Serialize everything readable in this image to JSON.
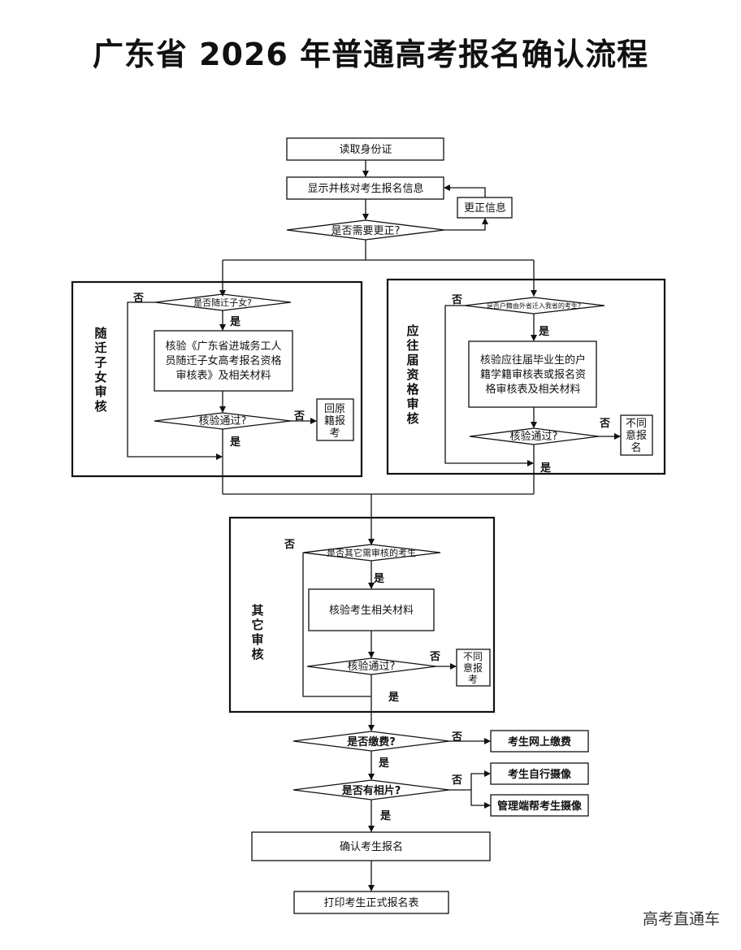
{
  "title": "广东省 2026 年普通高考报名确认流程",
  "watermark": "高考直通车",
  "labels": {
    "yes": "是",
    "no": "否"
  },
  "top": {
    "read_id": "读取身份证",
    "show_info": "显示并核对考生报名信息",
    "correct_info": "更正信息",
    "need_correct": "是否需要更正?"
  },
  "suiqian": {
    "section": [
      "随",
      "迁",
      "子",
      "女",
      "审",
      "核"
    ],
    "question": "是否随迁子女?",
    "verify": [
      "核验《广东省进城务工人",
      "员随迁子女高考报名资格",
      "审核表》及相关材料"
    ],
    "passed": "核验通过?",
    "reject": [
      "回原",
      "籍报",
      "考"
    ]
  },
  "yingwang": {
    "section": [
      "应",
      "往",
      "届",
      "资",
      "格",
      "审",
      "核"
    ],
    "question": "是否户籍由外省迁入我省的考生?",
    "verify": [
      "核验应往届毕业生的户",
      "籍学籍审核表或报名资",
      "格审核表及相关材料"
    ],
    "passed": "核验通过?",
    "reject": [
      "不同",
      "意报",
      "名"
    ]
  },
  "other": {
    "section": [
      "其",
      "它",
      "审",
      "核"
    ],
    "question": "是否其它需审核的考生",
    "verify": "核验考生相关材料",
    "passed": "核验通过?",
    "reject": [
      "不同",
      "意报",
      "考"
    ]
  },
  "bottom": {
    "paid": "是否缴费?",
    "pay_online": "考生网上缴费",
    "has_photo": "是否有相片?",
    "self_photo": "考生自行摄像",
    "admin_photo": "管理端帮考生摄像",
    "confirm": "确认考生报名",
    "print": "打印考生正式报名表"
  }
}
